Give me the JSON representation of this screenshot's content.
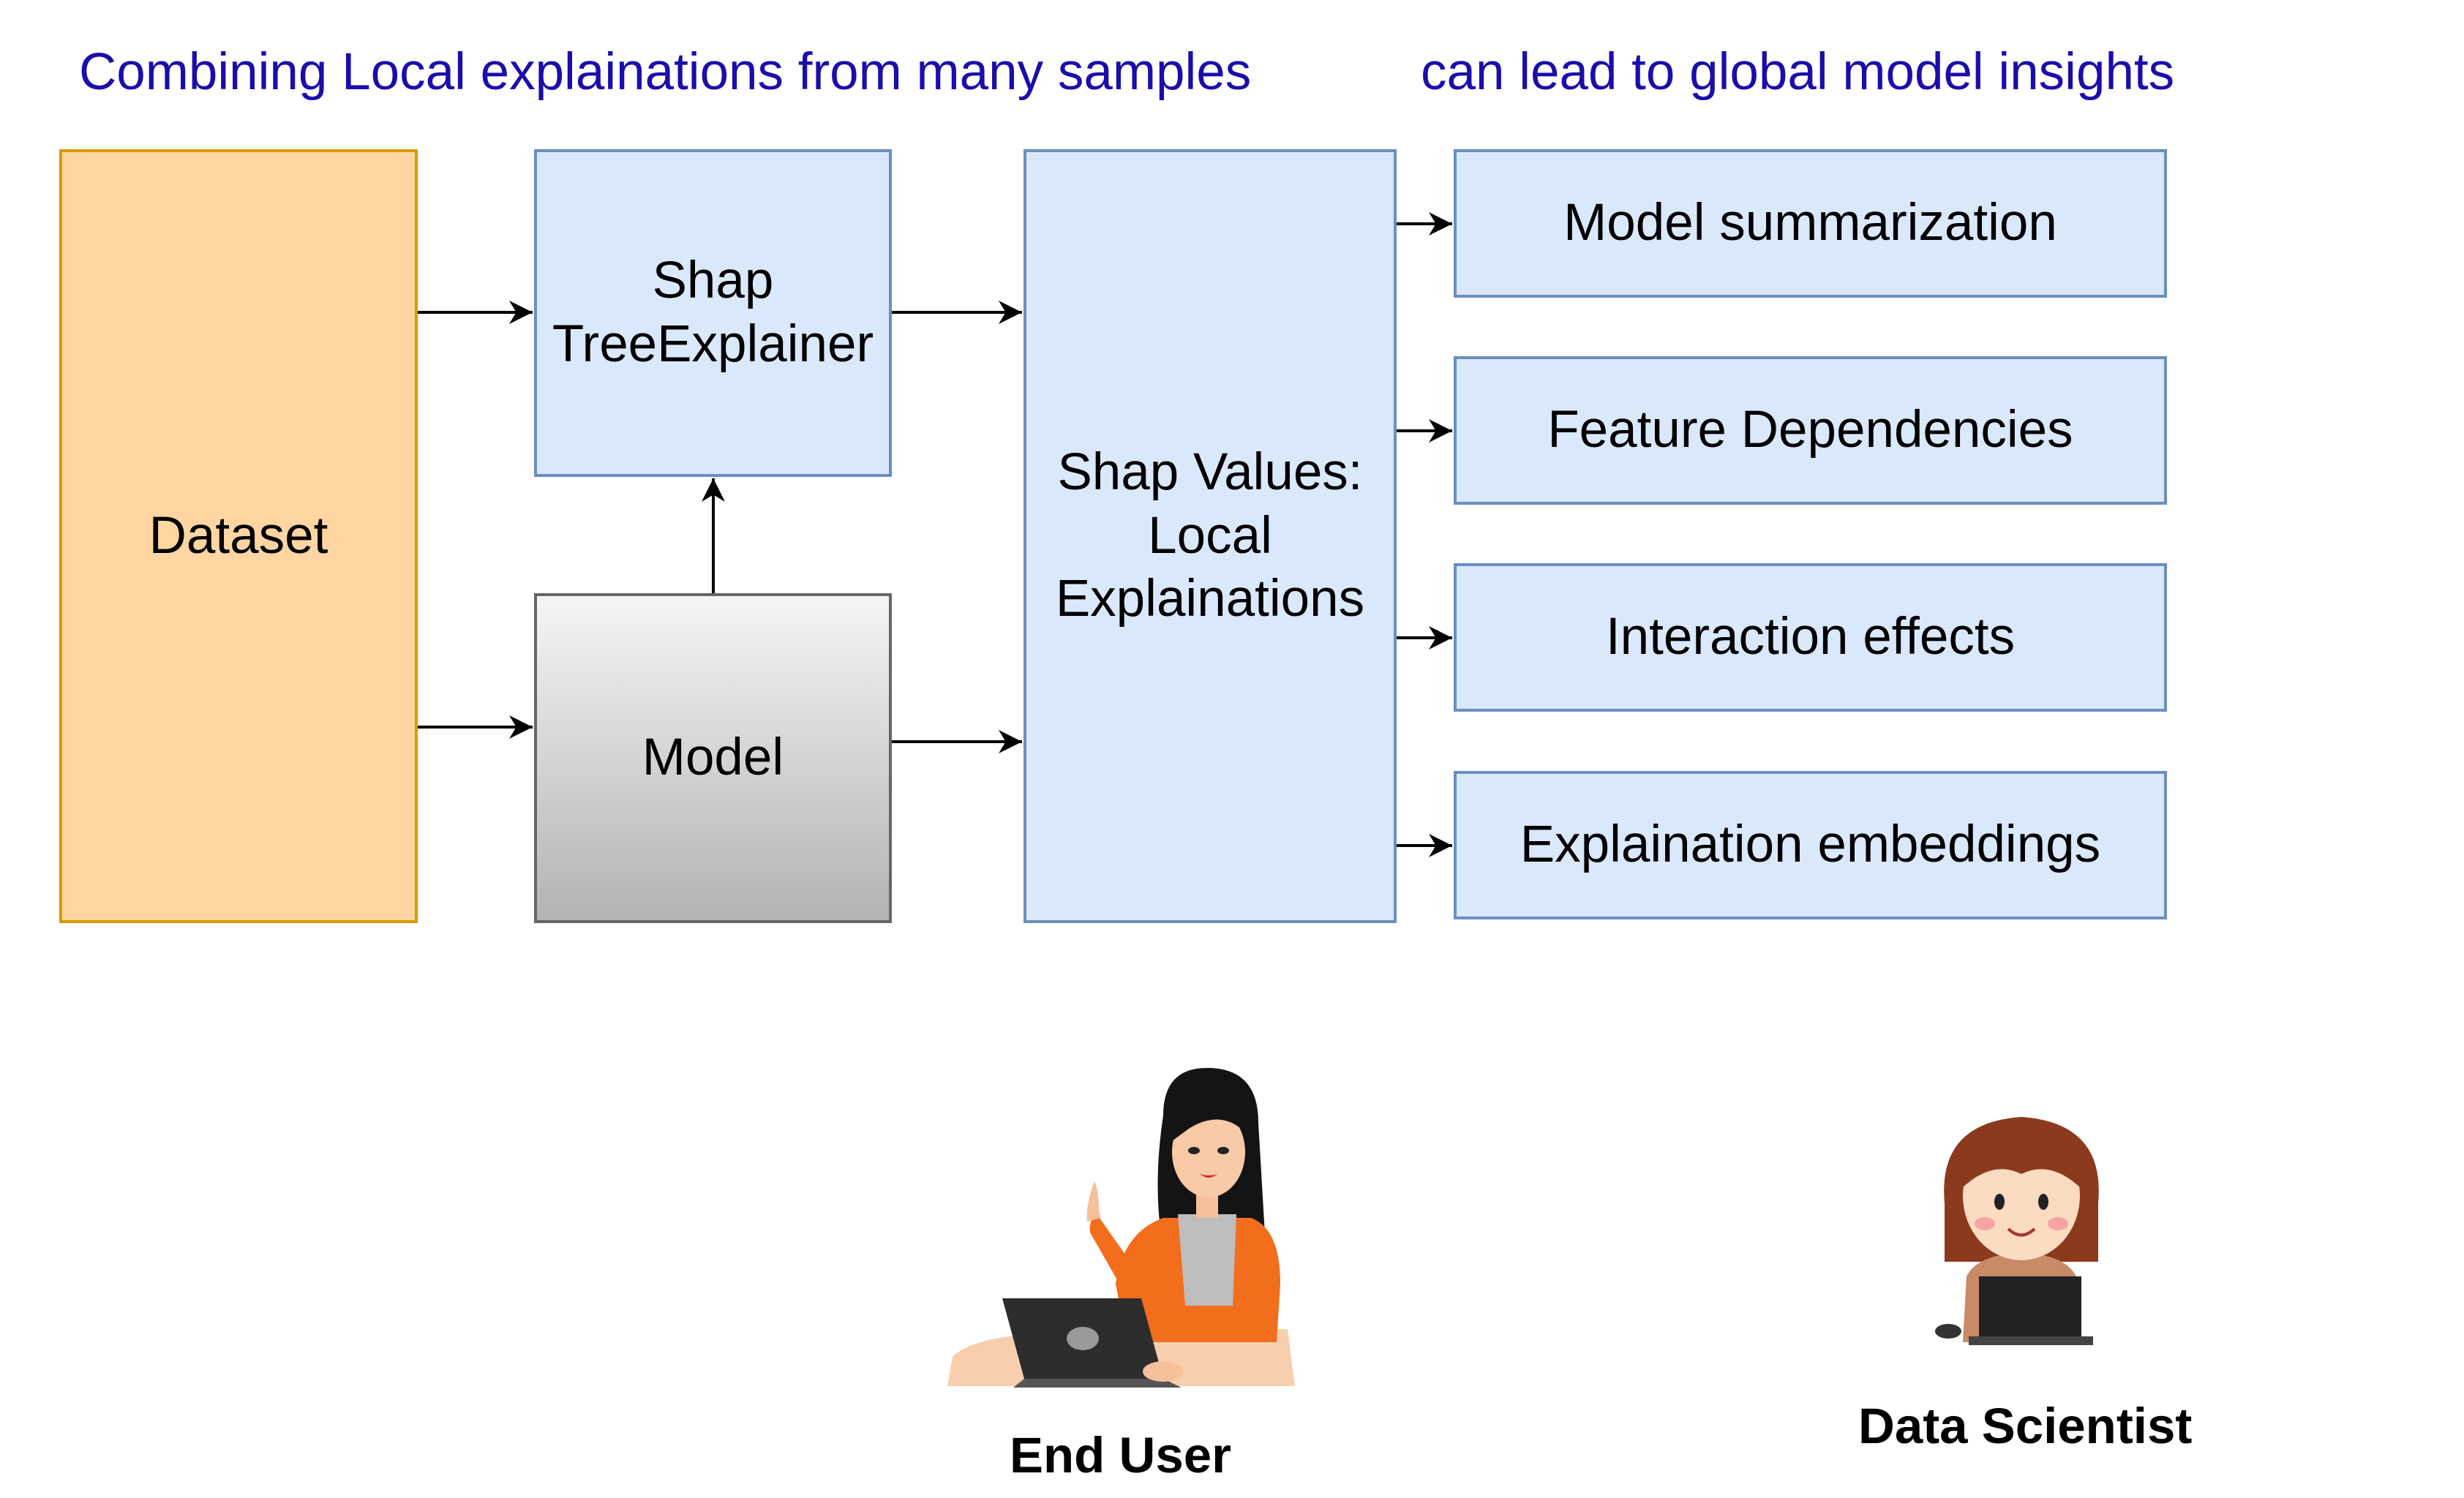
{
  "header": {
    "left": "Combining Local explainations from many samples",
    "right": "can lead to global model insights"
  },
  "nodes": {
    "dataset": "Dataset",
    "shap_line1": "Shap",
    "shap_line2": "TreeExplainer",
    "model": "Model",
    "values_line1": "Shap Values:",
    "values_line2": "Local",
    "values_line3": "Explainations",
    "out1": "Model summarization",
    "out2": "Feature Dependencies",
    "out3": "Interaction effects",
    "out4": "Explaination embeddings"
  },
  "people": {
    "end_user": "End User",
    "data_scientist": "Data Scientist"
  },
  "colors": {
    "header_text": "#1a0dab",
    "blue_fill": "#dae8fc",
    "blue_stroke": "#6c8ebf",
    "orange_fill": "#ffd5a2",
    "orange_stroke": "#d79b00",
    "grey_stroke": "#666666"
  }
}
